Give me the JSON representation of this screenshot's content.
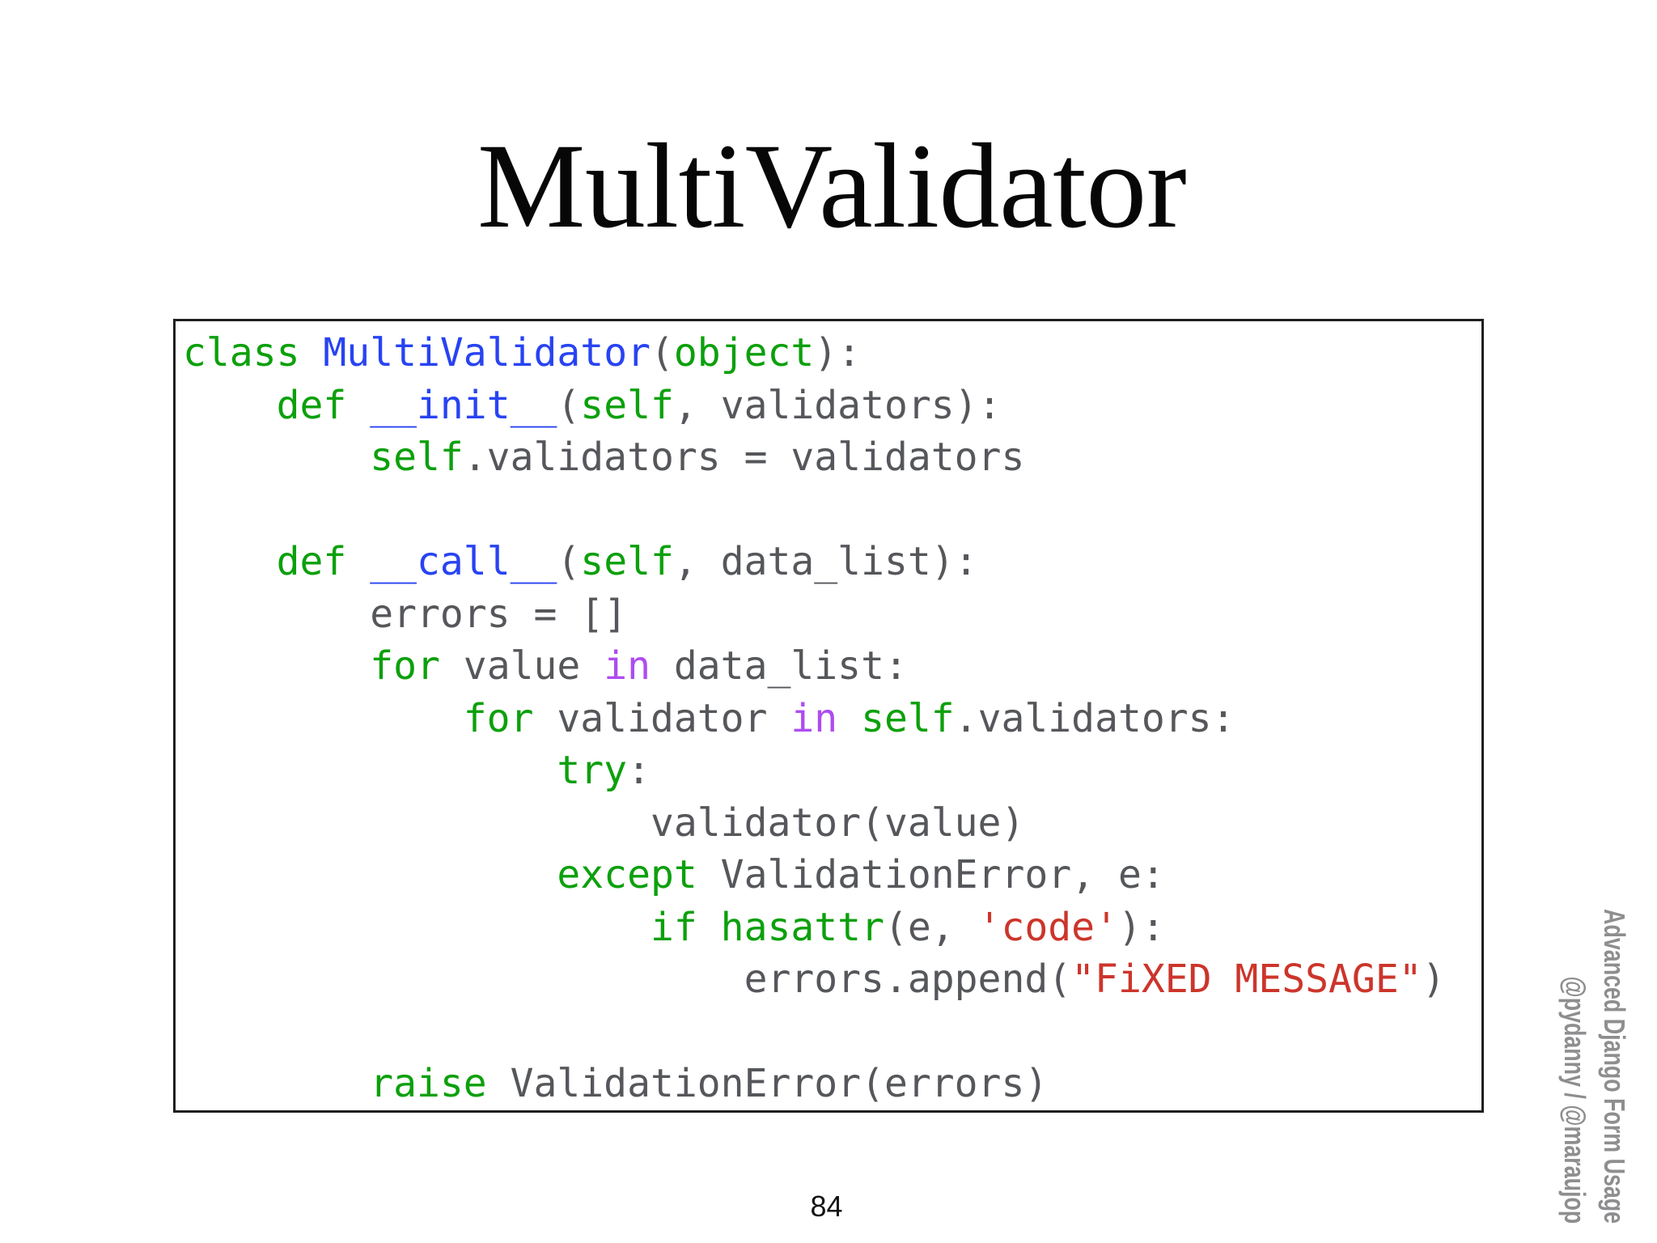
{
  "title": "MultiValidator",
  "page_number": "84",
  "watermark": {
    "line1": "Advanced Django Form Usage",
    "line2": "@pydanny / @maraujop"
  },
  "palette": {
    "background": "#FFFFFF",
    "title_black": "#070707",
    "box_border": "#1F1F1F",
    "code_gray": "#55575B",
    "keyword_green": "#0CA00C",
    "name_blue": "#2843F2",
    "operator_purple": "#AE4CF0",
    "string_red": "#CC352B",
    "watermark_gray": "#8E8E90",
    "page_black": "#141414"
  },
  "code": {
    "lines": [
      [
        [
          "g",
          "class"
        ],
        [
          "d",
          " "
        ],
        [
          "b",
          "MultiValidator"
        ],
        [
          "d",
          "("
        ],
        [
          "g",
          "object"
        ],
        [
          "d",
          "):"
        ]
      ],
      [
        [
          "d",
          "    "
        ],
        [
          "g",
          "def"
        ],
        [
          "d",
          " "
        ],
        [
          "b",
          "__init__"
        ],
        [
          "d",
          "("
        ],
        [
          "g",
          "self"
        ],
        [
          "d",
          ", validators):"
        ]
      ],
      [
        [
          "d",
          "        "
        ],
        [
          "g",
          "self"
        ],
        [
          "d",
          ".validators = validators"
        ]
      ],
      [],
      [
        [
          "d",
          "    "
        ],
        [
          "g",
          "def"
        ],
        [
          "d",
          " "
        ],
        [
          "b",
          "__call__"
        ],
        [
          "d",
          "("
        ],
        [
          "g",
          "self"
        ],
        [
          "d",
          ", data_list):"
        ]
      ],
      [
        [
          "d",
          "        errors = []"
        ]
      ],
      [
        [
          "d",
          "        "
        ],
        [
          "g",
          "for"
        ],
        [
          "d",
          " value "
        ],
        [
          "p",
          "in"
        ],
        [
          "d",
          " data_list:"
        ]
      ],
      [
        [
          "d",
          "            "
        ],
        [
          "g",
          "for"
        ],
        [
          "d",
          " validator "
        ],
        [
          "p",
          "in"
        ],
        [
          "d",
          " "
        ],
        [
          "g",
          "self"
        ],
        [
          "d",
          ".validators:"
        ]
      ],
      [
        [
          "d",
          "                "
        ],
        [
          "g",
          "try"
        ],
        [
          "d",
          ":"
        ]
      ],
      [
        [
          "d",
          "                    validator(value)"
        ]
      ],
      [
        [
          "d",
          "                "
        ],
        [
          "g",
          "except"
        ],
        [
          "d",
          " ValidationError, e:"
        ]
      ],
      [
        [
          "d",
          "                    "
        ],
        [
          "g",
          "if"
        ],
        [
          "d",
          " "
        ],
        [
          "g",
          "hasattr"
        ],
        [
          "d",
          "(e, "
        ],
        [
          "r",
          "'code'"
        ],
        [
          "d",
          "):"
        ]
      ],
      [
        [
          "d",
          "                        errors.append("
        ],
        [
          "r",
          "\"FiXED MESSAGE\""
        ],
        [
          "d",
          ")"
        ]
      ],
      [],
      [
        [
          "d",
          "        "
        ],
        [
          "g",
          "raise"
        ],
        [
          "d",
          " ValidationError(errors)"
        ]
      ]
    ]
  }
}
